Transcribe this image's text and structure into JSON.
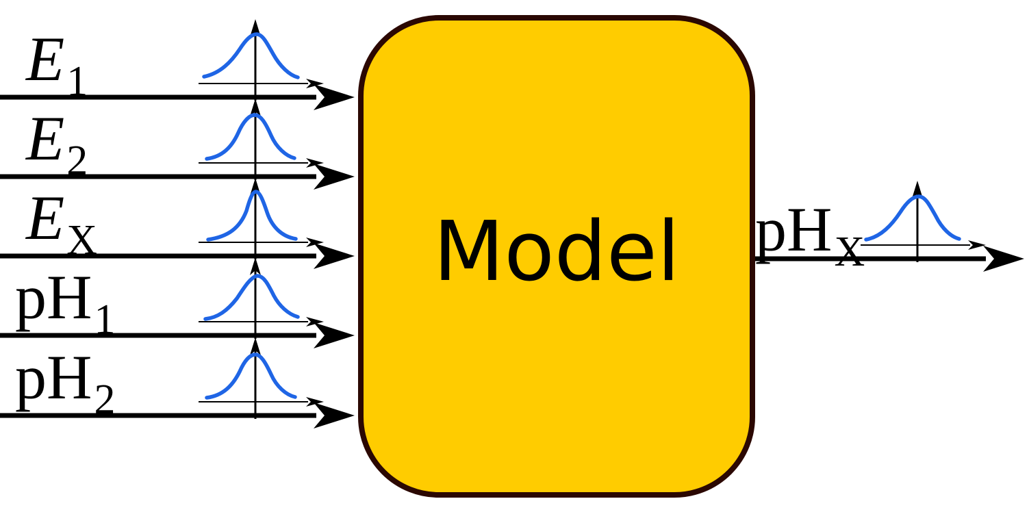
{
  "diagram": {
    "model_label": "Model",
    "inputs": [
      {
        "main": "E",
        "sub": "1",
        "style": "italic",
        "icon": "gaussian-distribution-icon"
      },
      {
        "main": "E",
        "sub": "2",
        "style": "italic",
        "icon": "gaussian-distribution-icon"
      },
      {
        "main": "E",
        "sub": "X",
        "style": "italic",
        "icon": "gaussian-distribution-icon"
      },
      {
        "main": "pH",
        "sub": "1",
        "style": "roman",
        "icon": "gaussian-distribution-icon"
      },
      {
        "main": "pH",
        "sub": "2",
        "style": "roman",
        "icon": "gaussian-distribution-icon"
      }
    ],
    "output": {
      "main": "pH",
      "sub": "X",
      "style": "roman",
      "icon": "gaussian-distribution-icon"
    },
    "colors": {
      "box_fill": "#FFCC00",
      "box_border": "#2B0802",
      "distribution_curve": "#1F65E5",
      "arrows": "#000000"
    }
  }
}
